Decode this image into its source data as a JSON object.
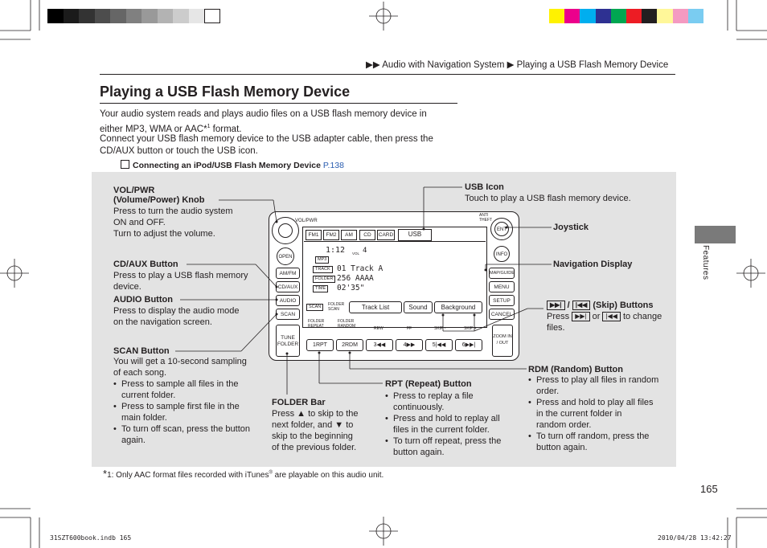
{
  "colors": {
    "gray_swatches": [
      "#000000",
      "#1b1b1b",
      "#333333",
      "#4d4d4d",
      "#666666",
      "#808080",
      "#999999",
      "#b3b3b3",
      "#cccccc",
      "#e6e6e6",
      "#ffffff"
    ],
    "color_swatches": [
      "#fff200",
      "#ec008c",
      "#00aeef",
      "#2e3192",
      "#00a651",
      "#ed1c24",
      "#231f20",
      "#fff799",
      "#f49ac1",
      "#7accf1"
    ],
    "panel_bg": "#e3e3e3",
    "link": "#2a5db0"
  },
  "breadcrumb": {
    "arrows": "▶▶",
    "part1": "Audio with Navigation System",
    "sep": "▶",
    "part2": "Playing a USB Flash Memory Device"
  },
  "title": "Playing a USB Flash Memory Device",
  "intro": {
    "line1": "Your audio system reads and plays audio files on a USB flash memory device in",
    "line2": "either MP3, WMA or AAC*",
    "line2_sup": "1",
    "line2_end": " format.",
    "line3": "Connect your USB flash memory device to the USB adapter cable, then press the",
    "line4": "CD/AUX button or touch the USB icon."
  },
  "xref": {
    "icon": "cross-ref-icon",
    "label": "Connecting an iPod/USB Flash Memory Device",
    "page": "P.138"
  },
  "callouts": {
    "vol": {
      "title1": "VOL/PWR",
      "title2": "(Volume/Power) Knob",
      "l1": "Press to turn the audio system",
      "l2": "ON and OFF.",
      "l3": "Turn to adjust the volume."
    },
    "cdaux": {
      "title": "CD/AUX Button",
      "l1": "Press to play a USB flash memory",
      "l2": "device."
    },
    "audio": {
      "title": "AUDIO Button",
      "l1": "Press to display the audio mode",
      "l2": "on the navigation screen."
    },
    "scan": {
      "title": "SCAN Button",
      "l1": "You will get a 10-second sampling",
      "l2": "of each song.",
      "items": [
        [
          "Press to sample all files in the",
          "current folder."
        ],
        [
          "Press to sample first file in the",
          "main folder."
        ],
        [
          "To turn off scan, press the button",
          "again."
        ]
      ]
    },
    "folder": {
      "title": "FOLDER Bar",
      "l1": "Press ▲ to skip to the",
      "l2": "next folder, and ▼ to",
      "l3": "skip to the beginning",
      "l4": "of the previous folder."
    },
    "rpt": {
      "title": "RPT (Repeat) Button",
      "items": [
        [
          "Press to replay a file",
          "continuously."
        ],
        [
          "Press and hold to replay all",
          "files in the current folder."
        ],
        [
          "To turn off repeat, press the",
          "button again."
        ]
      ]
    },
    "rdm": {
      "title": "RDM (Random) Button",
      "items": [
        [
          "Press to play all files in random",
          "order."
        ],
        [
          "Press and hold to play all files",
          "in the current folder in",
          "random order."
        ],
        [
          "To turn off random, press the",
          "button again."
        ]
      ]
    },
    "usb": {
      "title": "USB Icon",
      "l1": "Touch to play a USB flash memory device."
    },
    "joystick": {
      "title": "Joystick"
    },
    "navdisp": {
      "title": "Navigation Display"
    },
    "skip": {
      "icon_next": "▶▶|",
      "slash": "/",
      "icon_prev": "|◀◀",
      "title": "(Skip) Buttons",
      "l1_pre": "Press",
      "l1_or": "or",
      "l1_post": "to change",
      "l2": "files."
    }
  },
  "unit": {
    "vol_label": "VOL/PWR",
    "open": "OPEN",
    "left_buttons": [
      "AM/FM",
      "CD/AUX",
      "AUDIO",
      "SCAN"
    ],
    "tune_folder": "TUNE FOLDER",
    "tabs": [
      "FM1",
      "FM2",
      "AM",
      "CD",
      "CARD",
      "USB"
    ],
    "track_num": "1:12",
    "vol_small": "VOL",
    "vol_num": "4",
    "mp3": "MP3",
    "track_lbl": "TRACK",
    "track_val": "01  Track A",
    "folder_lbl": "FOLDER",
    "folder_val": "256 AAAA",
    "time_lbl": "TIME",
    "time_val": "02'35\"",
    "bottom_tabs": [
      "Track List",
      "Sound",
      "Background"
    ],
    "scan_small": "SCAN",
    "folder_scan": "FOLDER SCAN",
    "softkeys": [
      "FOLDER REPEAT",
      "FOLDER RANDOM",
      "REW",
      "FF",
      "SKIP -",
      "SKIP +"
    ],
    "presets": [
      "1RPT",
      "2RDM",
      "3◀◀",
      "4▶▶",
      "5|◀◀",
      "6▶▶|"
    ],
    "anti_theft": "ANTI THEFT",
    "ent": "ENT",
    "info": "INFO",
    "right_buttons": [
      "MAP/GUIDE",
      "MENU",
      "SETUP",
      "CANCEL"
    ],
    "zoom": "ZOOM IN / OUT"
  },
  "footnote": {
    "mark": "*",
    "num": "1",
    "text": ": Only AAC format files recorded with iTunes",
    "reg": "®",
    "text2": " are playable on this audio unit."
  },
  "side_tab": "Features",
  "page_number": "165",
  "footer": {
    "left": "31SZT600book.indb   165",
    "right": "2010/04/28   13:42:27"
  }
}
